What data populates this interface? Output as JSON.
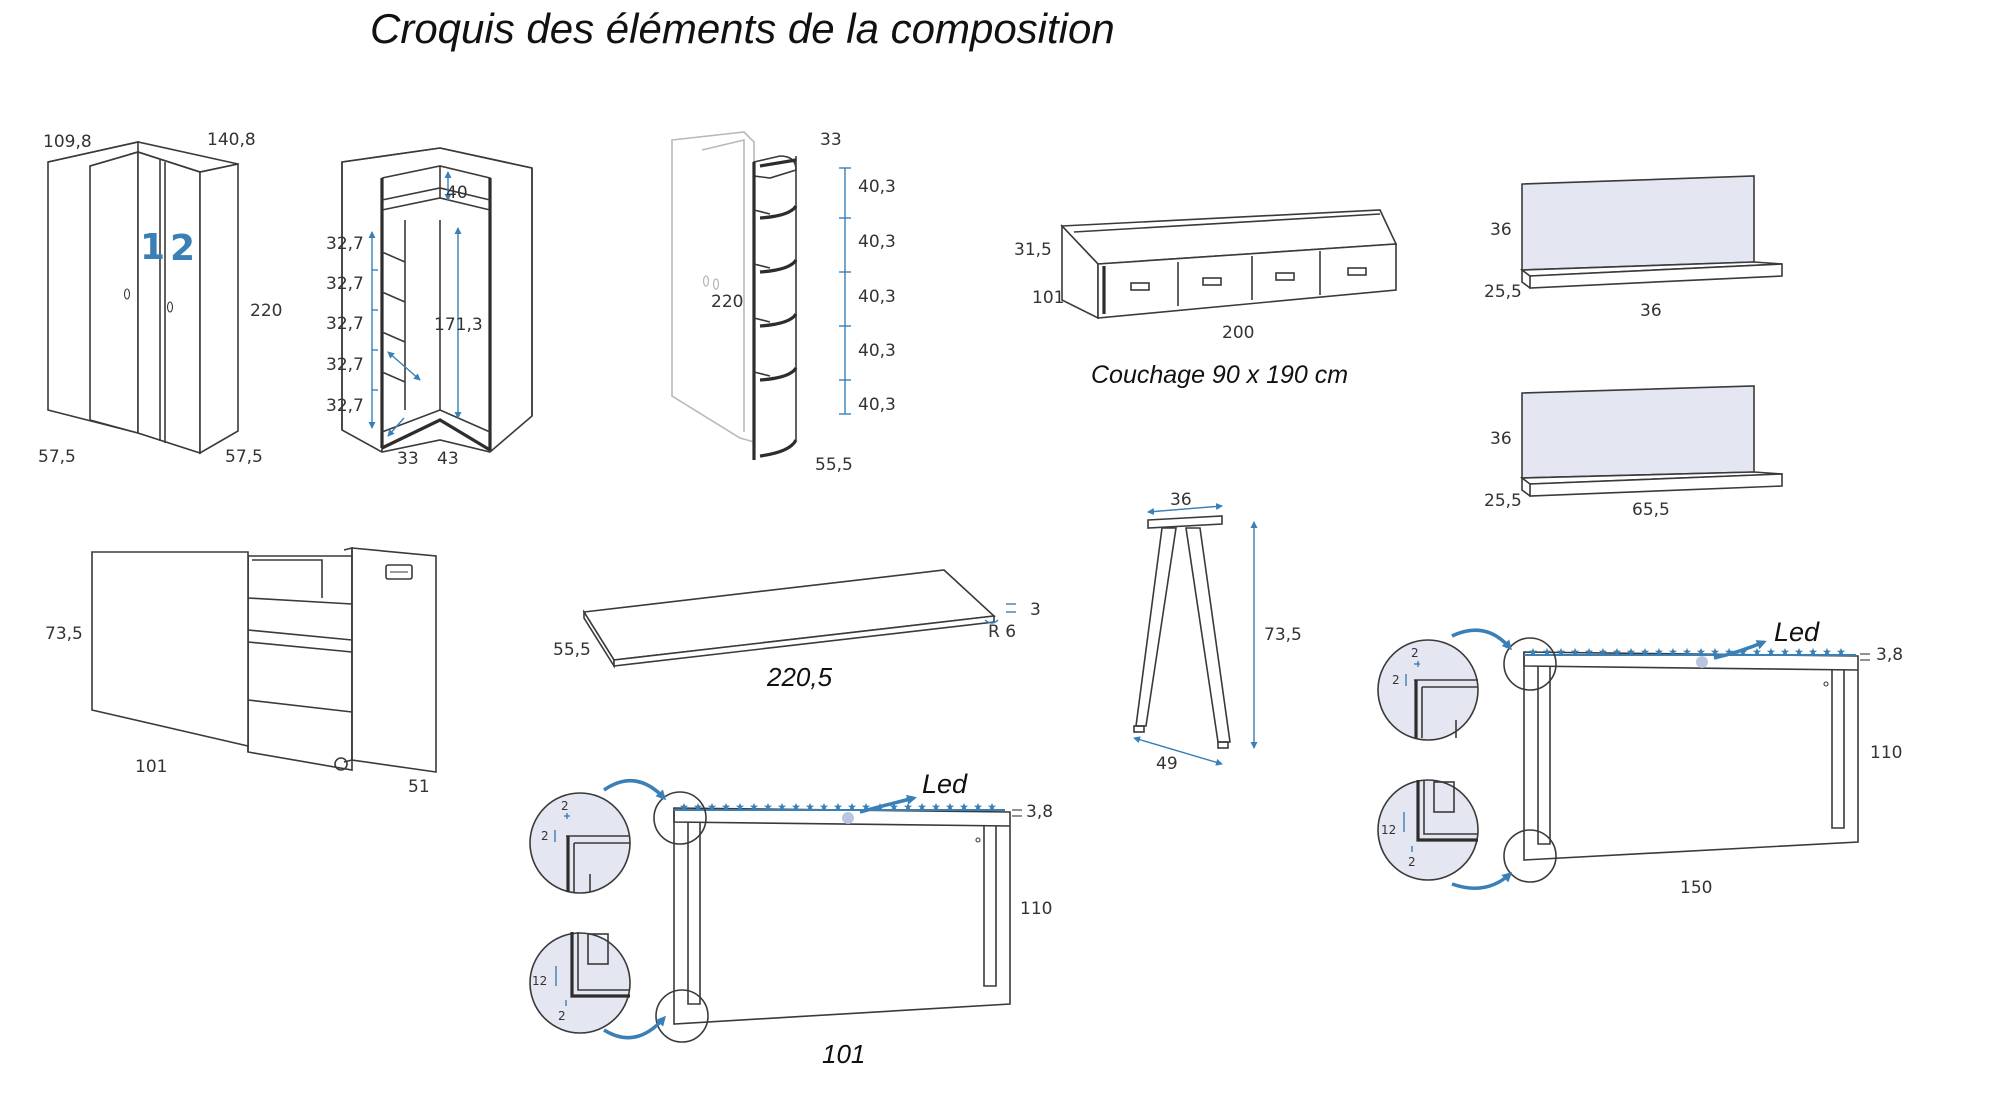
{
  "title": "Croquis des éléments de la composition",
  "colors": {
    "accent": "#3a7fb5",
    "panel": "#e4e7f1",
    "line": "#3a3a3a",
    "ghost": "#b9b9b9"
  },
  "icons": [
    "arrow-icon",
    "led-strip-icon",
    "detail-magnifier-icon"
  ],
  "corner_wardrobe": {
    "dims": {
      "left_depth": "109,8",
      "right_depth": "140,8",
      "height": "220",
      "base_left": "57,5",
      "base_right": "57,5"
    },
    "door_numbers": [
      "1",
      "2"
    ]
  },
  "corner_interior": {
    "shelf_dims": [
      "32,7",
      "32,7",
      "32,7",
      "32,7",
      "32,7"
    ],
    "top": "40",
    "hang": "171,3",
    "bottom_left": "33",
    "bottom_right": "43"
  },
  "corner_shelf_unit": {
    "depth": "33",
    "height": "220",
    "shelf_dims": [
      "40,3",
      "40,3",
      "40,3",
      "40,3",
      "40,3"
    ],
    "bottom": "55,5"
  },
  "bed": {
    "height": "31,5",
    "width": "101",
    "length": "200",
    "caption": "Couchage 90 x 190 cm"
  },
  "wall_shelf_small": {
    "height": "36",
    "depth": "25,5",
    "width": "36"
  },
  "wall_shelf_large": {
    "height": "36",
    "depth": "25,5",
    "width": "65,5"
  },
  "desk_unit": {
    "height": "73,5",
    "width": "101",
    "depth": "51"
  },
  "desk_top": {
    "depth": "55,5",
    "thickness": "3",
    "radius": "R 6",
    "length": "220,5"
  },
  "trestle": {
    "top": "36",
    "height": "73,5",
    "base": "49"
  },
  "headboard_small": {
    "led_label": "Led",
    "thickness": "3,8",
    "height": "110",
    "width": "101",
    "detail_top": [
      "2",
      "2"
    ],
    "detail_bottom": [
      "12",
      "2"
    ]
  },
  "headboard_large": {
    "led_label": "Led",
    "thickness": "3,8",
    "height": "110",
    "width": "150",
    "detail_top": [
      "2",
      "2"
    ],
    "detail_bottom": [
      "12",
      "2"
    ]
  }
}
